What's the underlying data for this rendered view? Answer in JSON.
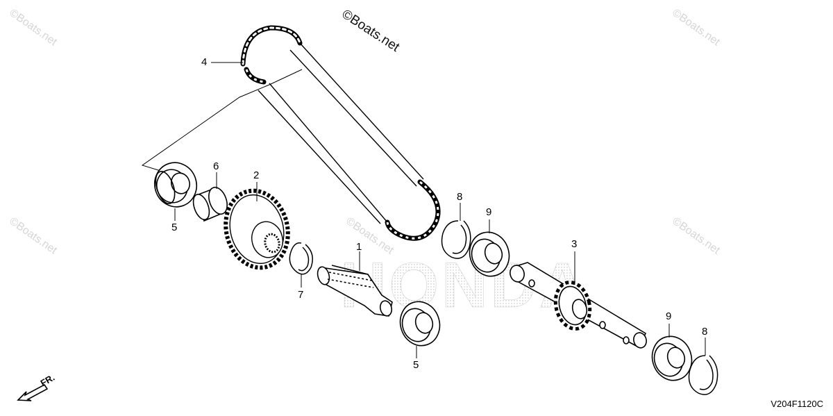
{
  "watermarks": {
    "main": "©Boats.net",
    "faint": "©Boats.net"
  },
  "background_logo": "HONDA",
  "callouts": {
    "chain": "4",
    "bearing_left": "5",
    "collar": "6",
    "gear": "2",
    "circlip_left": "7",
    "shaft": "1",
    "bearing_mid": "5",
    "circlip_mid": "8",
    "bearing_upper": "9",
    "sprocket_shaft": "3",
    "bearing_right": "9",
    "circlip_right": "8"
  },
  "direction_label": "FR.",
  "diagram_code": "V204F1120C"
}
